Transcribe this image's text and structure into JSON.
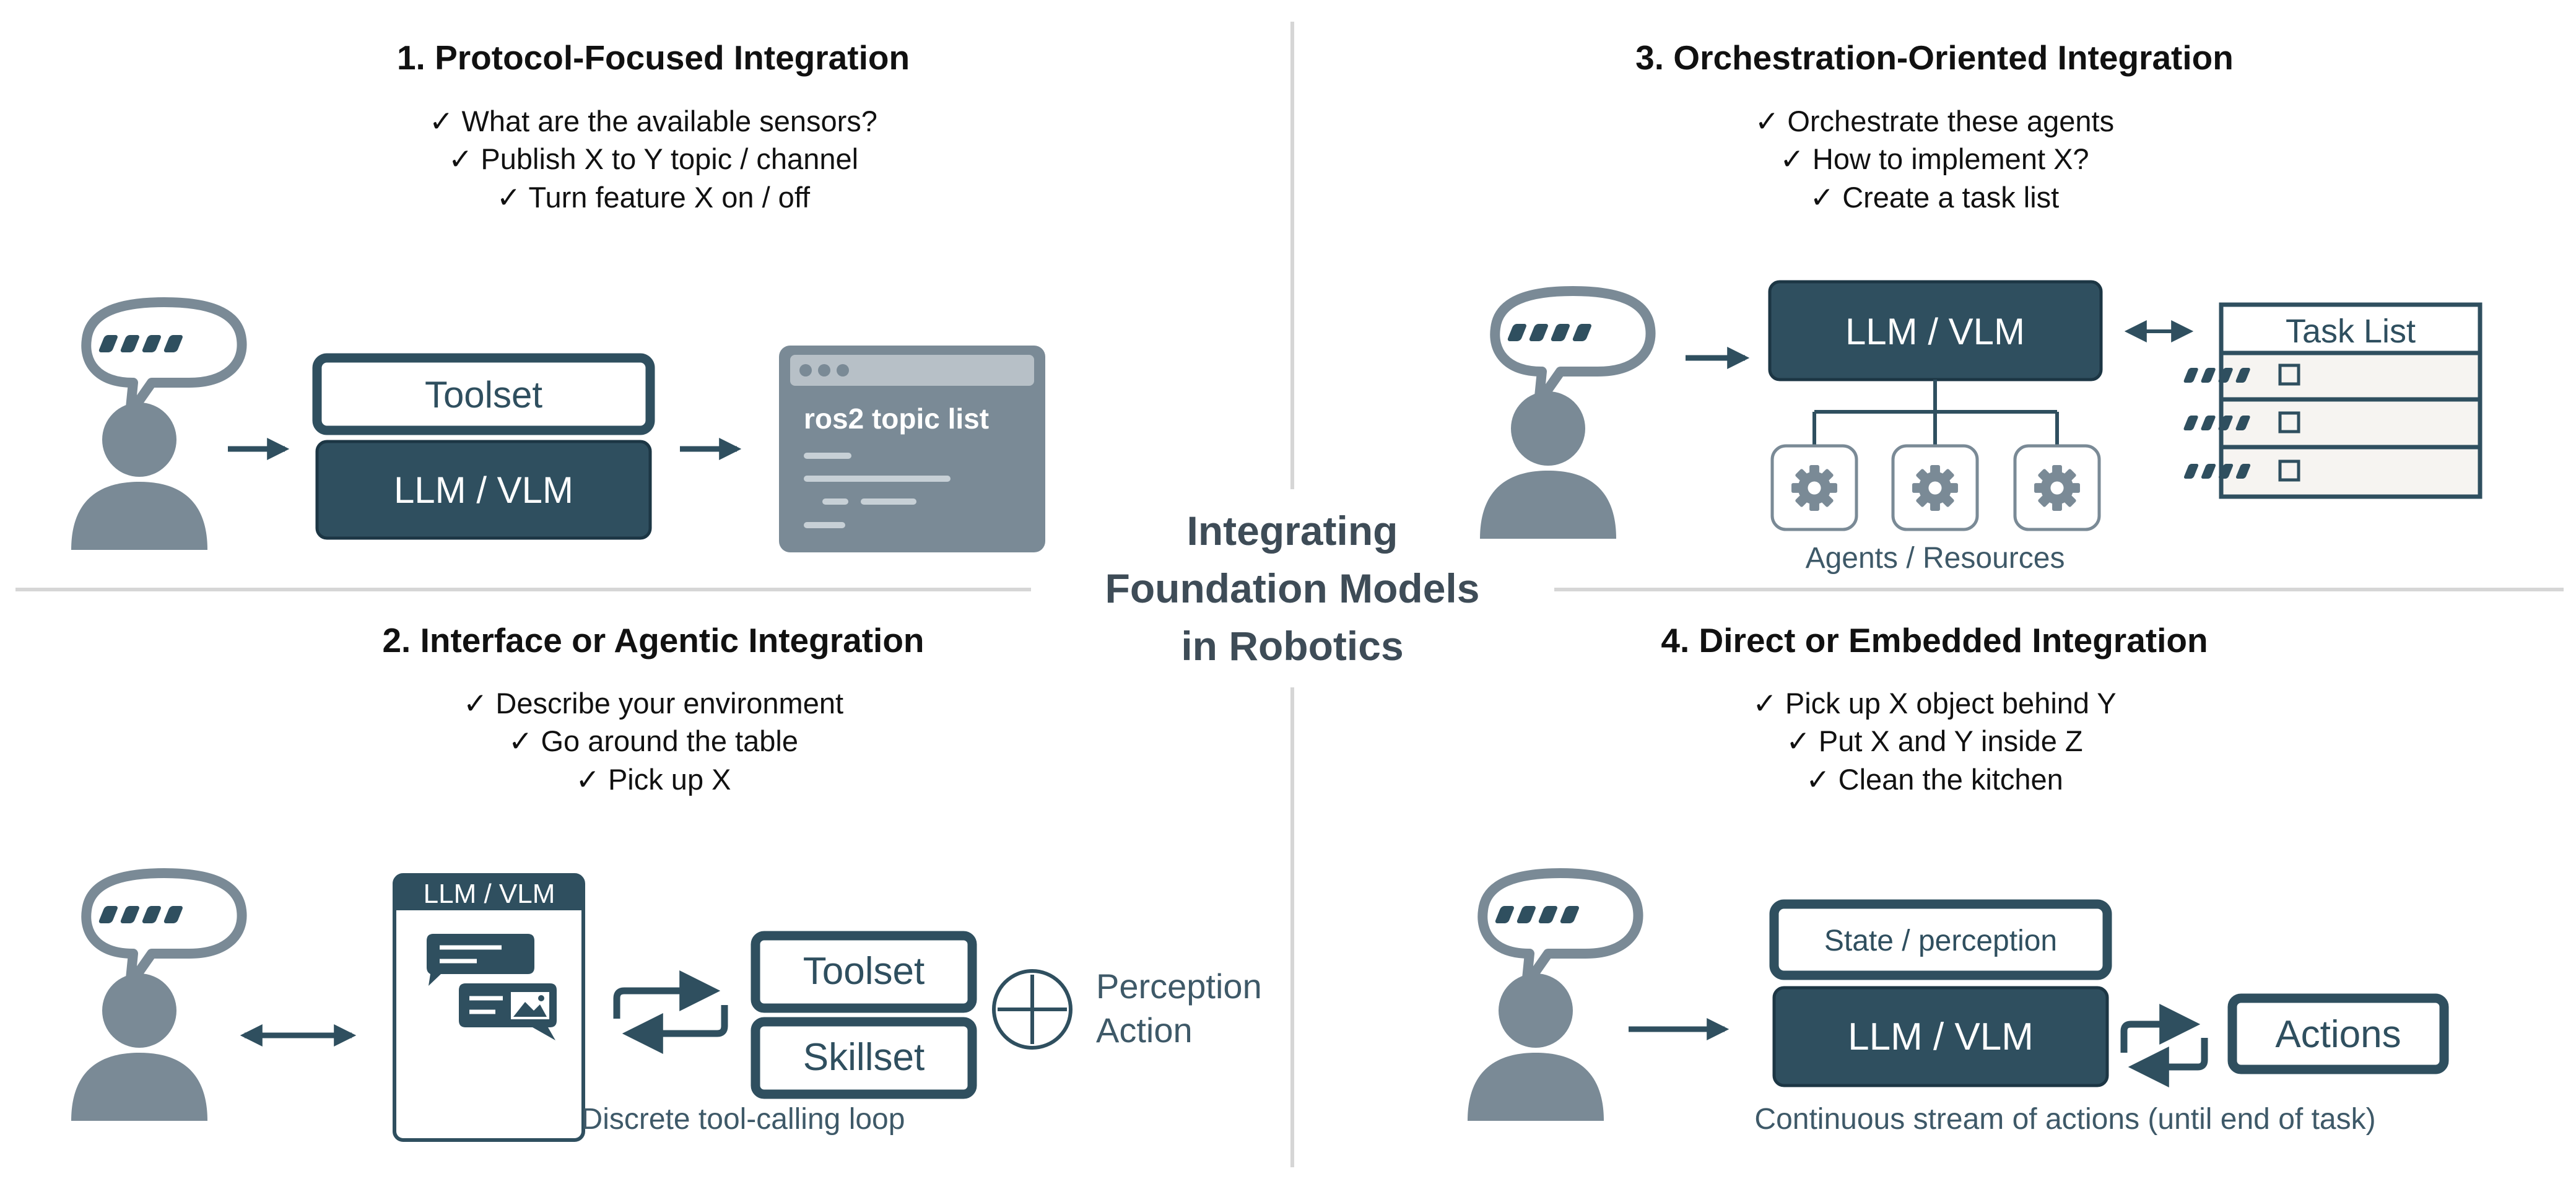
{
  "center_title": {
    "line1": "Integrating",
    "line2": "Foundation Models",
    "line3": "in Robotics"
  },
  "colors": {
    "dark": "#2f4f5f",
    "gray": "#7a8a96",
    "text": "#111111",
    "divider": "#d6d6d6",
    "window_bar": "#b7c0c7",
    "window_line": "#c7d0d6",
    "label_blue": "#3e5968"
  },
  "panels": {
    "p1": {
      "title": "1. Protocol-Focused Integration",
      "checks": [
        "What are the available sensors?",
        "Publish X to Y topic / channel",
        "Turn feature X on / off"
      ],
      "toolset_label": "Toolset",
      "model_label": "LLM / VLM",
      "window_title": "ros2 topic list"
    },
    "p2": {
      "title": "2. Interface or Agentic Integration",
      "checks": [
        "Describe your environment",
        "Go around the table",
        "Pick up X"
      ],
      "app_header": "LLM / VLM",
      "toolset_label": "Toolset",
      "skillset_label": "Skillset",
      "loop_caption": "Discrete tool-calling loop",
      "extra_line1": "Perception",
      "extra_line2": "Action"
    },
    "p3": {
      "title": "3. Orchestration-Oriented Integration",
      "checks": [
        "Orchestrate these agents",
        "How to implement X?",
        "Create a task list"
      ],
      "model_label": "LLM / VLM",
      "agents_caption": "Agents / Resources",
      "tasklist_title": "Task List"
    },
    "p4": {
      "title": "4. Direct or Embedded Integration",
      "checks": [
        "Pick up X object behind Y",
        "Put X and Y inside Z",
        "Clean the kitchen"
      ],
      "state_label": "State / perception",
      "model_label": "LLM / VLM",
      "actions_label": "Actions",
      "stream_caption": "Continuous stream of actions (until end of task)"
    }
  }
}
